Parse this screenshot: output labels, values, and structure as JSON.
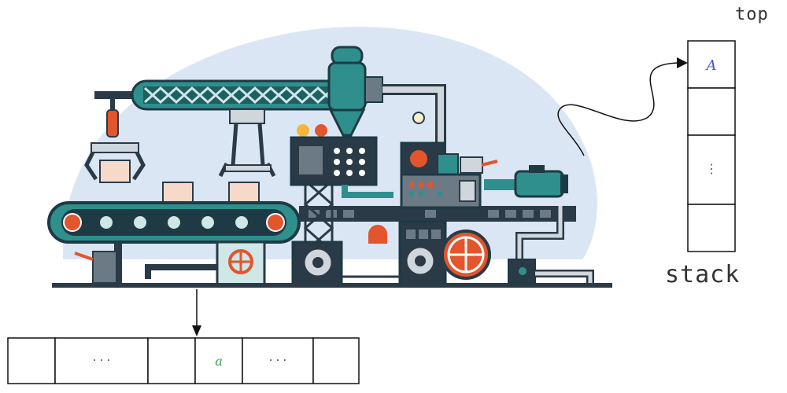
{
  "stack": {
    "top_label": "top",
    "label": "stack",
    "cells": [
      "A",
      "",
      "⋮",
      ""
    ]
  },
  "tape": {
    "cells": [
      "",
      "· · ·",
      "",
      "a",
      "· · ·",
      ""
    ]
  },
  "colors": {
    "teal": "#2f8f8c",
    "teal_dark": "#1e5f63",
    "navy": "#2b3a47",
    "orange": "#e2552d",
    "blob": "#dbe6f5",
    "grey": "#6b7a85"
  }
}
